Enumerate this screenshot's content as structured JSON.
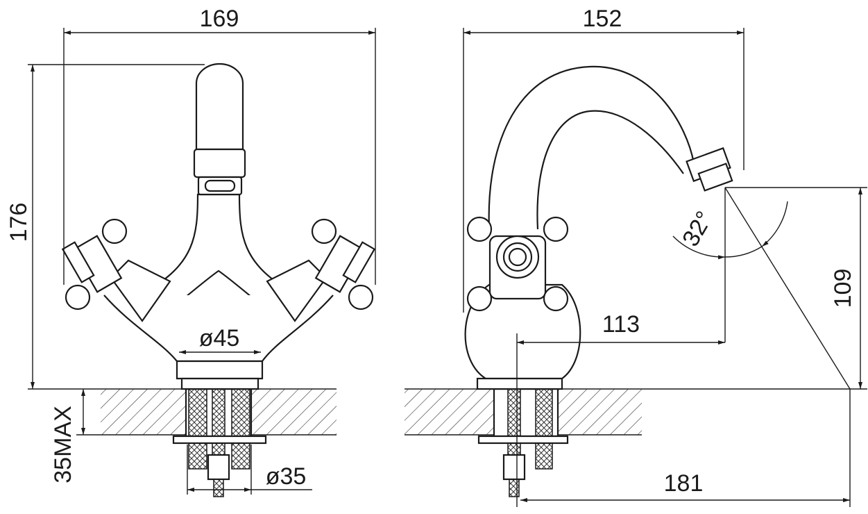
{
  "drawing": {
    "title": "Faucet dimension drawing",
    "front_view": {
      "width_label": "169",
      "height_label": "176",
      "base_diameter_label": "ø45",
      "shank_diameter_label": "ø35",
      "counter_thickness_label": "35MAX"
    },
    "side_view": {
      "depth_label": "152",
      "angle_label": "32°",
      "outlet_height_label": "109",
      "reach_label": "113",
      "total_reach_label": "181"
    }
  }
}
